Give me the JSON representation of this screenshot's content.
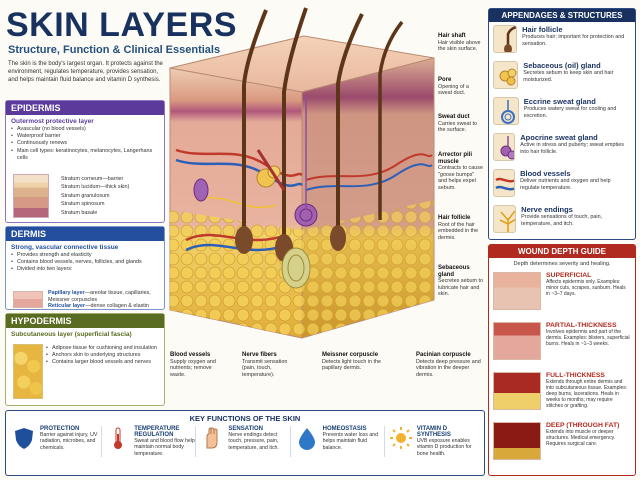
{
  "header": {
    "title": "SKIN LAYERS",
    "subtitle": "Structure, Function & Clinical Essentials",
    "intro": "The skin is the body's largest organ. It protects against the environment, regulates temperature, provides sensation, and helps maintain fluid balance and vitamin D synthesis."
  },
  "epidermis": {
    "title": "EPIDERMIS",
    "subtitle": "Outermost protective layer",
    "bullets": [
      "Avascular (no blood vessels)",
      "Waterproof barrier",
      "Continuously renews",
      "Main cell types: keratinocytes, melanocytes, Langerhans cells"
    ],
    "strata": [
      "Stratum corneum—barrier",
      "Stratum lucidum—thick skin)",
      "Stratum granulosum",
      "Stratum spinosum",
      "Stratum basale"
    ]
  },
  "dermis": {
    "title": "DERMIS",
    "subtitle": "Strong, vascular connective tissue",
    "bullets": [
      "Provides strength and elasticity",
      "Contains blood vessels, nerves, follicles, and glands",
      "Divided into two layers:"
    ],
    "papillary_label": "Papillary layer",
    "papillary_text": "—areolar tissue, capillaries, Meissner corpuscles",
    "reticular_label": "Reticular layer",
    "reticular_text": "—dense collagen & elastin"
  },
  "hypodermis": {
    "title": "HYPODERMIS",
    "subtitle": "Subcutaneous layer (superficial fascia)",
    "bullets": [
      "Adipose tissue for cushioning and insulation",
      "Anchors skin to underlying structures",
      "Contains larger blood vessels and nerves"
    ]
  },
  "diagram_labels": {
    "hair_shaft": {
      "title": "Hair shaft",
      "text": "Hair visible above the skin surface."
    },
    "pore": {
      "title": "Pore",
      "text": "Opening of a sweat duct."
    },
    "sweat_duct": {
      "title": "Sweat duct",
      "text": "Carries sweat to the surface."
    },
    "arrector": {
      "title": "Arrector pili muscle",
      "text": "Contracts to cause \"goose bumps\" and helps expel sebum."
    },
    "hair_follicle": {
      "title": "Hair follicle",
      "text": "Root of the hair embedded in the dermis."
    },
    "sebaceous": {
      "title": "Sebaceous gland",
      "text": "Secretes sebum to lubricate hair and skin."
    },
    "blood_vessels": {
      "title": "Blood vessels",
      "text": "Supply oxygen and nutrients; remove waste."
    },
    "nerve_fibers": {
      "title": "Nerve fibers",
      "text": "Transmit sensation (pain, touch, temperature)."
    },
    "meissner": {
      "title": "Meissner corpuscle",
      "text": "Detects light touch in the papillary dermis."
    },
    "pacinian": {
      "title": "Pacinian corpuscle",
      "text": "Detects deep pressure and vibration in the deeper dermis."
    }
  },
  "appendages": {
    "title": "APPENDAGES & STRUCTURES",
    "items": [
      {
        "title": "Hair follicle",
        "text": "Produces hair; important for protection and sensation.",
        "color": "#18315f",
        "icon": "hair-follicle-icon"
      },
      {
        "title": "Sebaceous (oil) gland",
        "text": "Secretes sebum to keep skin and hair moisturized.",
        "color": "#18315f",
        "icon": "sebaceous-gland-icon"
      },
      {
        "title": "Eccrine sweat gland",
        "text": "Produces watery sweat for cooling and excretion.",
        "color": "#18315f",
        "icon": "eccrine-gland-icon"
      },
      {
        "title": "Apocrine sweat gland",
        "text": "Active in stress and puberty; sweat empties into hair follicle.",
        "color": "#18315f",
        "icon": "apocrine-gland-icon"
      },
      {
        "title": "Blood vessels",
        "text": "Deliver nutrients and oxygen and help regulate temperature.",
        "color": "#18315f",
        "icon": "blood-vessels-icon"
      },
      {
        "title": "Nerve endings",
        "text": "Provide sensations of touch, pain, temperature, and itch.",
        "color": "#18315f",
        "icon": "nerve-endings-icon"
      }
    ]
  },
  "wound": {
    "title": "WOUND DEPTH GUIDE",
    "subtitle": "Depth determines severity and healing.",
    "items": [
      {
        "title": "SUPERFICIAL",
        "text": "Affects epidermis only. Examples: minor cuts, scrapes, sunburn. Heals in ~3–7 days."
      },
      {
        "title": "PARTIAL-THICKNESS",
        "text": "Involves epidermis and part of the dermis. Examples: blisters, superficial burns. Heals in ~1–3 weeks."
      },
      {
        "title": "FULL-THICKNESS",
        "text": "Extends through entire dermis and into subcutaneous tissue. Examples: deep burns, lacerations. Heals in weeks to months; may require stitches or grafting."
      },
      {
        "title": "DEEP (THROUGH FAT)",
        "text": "Extends into muscle or deeper structures. Medical emergency. Requires surgical care."
      }
    ]
  },
  "functions": {
    "title": "KEY FUNCTIONS OF THE SKIN",
    "items": [
      {
        "title": "PROTECTION",
        "text": "Barrier against injury, UV radiation, microbes, and chemicals.",
        "icon": "shield-icon"
      },
      {
        "title": "TEMPERATURE REGULATION",
        "text": "Sweat and blood flow help maintain normal body temperature.",
        "icon": "thermometer-icon"
      },
      {
        "title": "SENSATION",
        "text": "Nerve endings detect touch, pressure, pain, temperature, and itch.",
        "icon": "hand-icon"
      },
      {
        "title": "HOMEOSTASIS",
        "text": "Prevents water loss and helps maintain fluid balance.",
        "icon": "water-drop-icon"
      },
      {
        "title": "VITAMIN D SYNTHESIS",
        "text": "UVB exposure enables vitamin D production for bone health.",
        "icon": "sun-icon"
      }
    ]
  },
  "colors": {
    "navy": "#18315f",
    "purple": "#5b3a9b",
    "blue": "#234f9e",
    "olive": "#5a6b22",
    "red": "#b12a1f",
    "accent": "#f2b230"
  }
}
